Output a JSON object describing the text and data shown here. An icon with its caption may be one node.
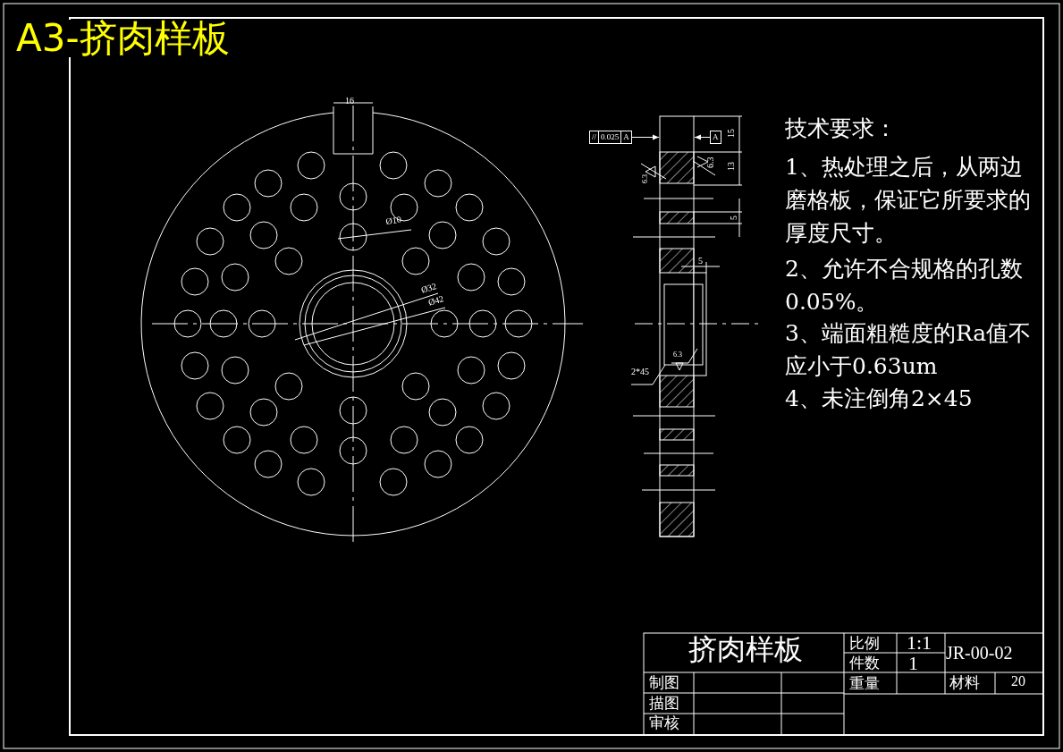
{
  "diagram": {
    "title": "A3-挤肉样板",
    "nodes": [
      {
        "text": [
          "//",
          "0.025",
          "A"
        ]
      },
      {
        "text": [
          "A"
        ]
      }
    ],
    "edges": [
      {
        "from": 0,
        "to": null,
        "arrow": "to"
      },
      {
        "from": 1,
        "to": null,
        "arrow": "to"
      }
    ],
    "labels": [
      "16",
      "Ø10",
      "Ø32",
      "Ø42",
      "15",
      "13",
      "5",
      "5",
      "6.3",
      "6.3",
      "6.3",
      "2*45",
      "技术要求：",
      "1、热处理之后，从两边磨格板，保证它所要求的厚度尺寸。",
      "2、允许不合规格的孔数0.05%。",
      "3、端面粗糙度的Ra值不应小于0.63um",
      "4、未注倒角2×45",
      "挤肉样板",
      "比例",
      "1:1",
      "件数",
      "1",
      "JR-00-02",
      "制图",
      "描图",
      "审核",
      "重量",
      "材料",
      "20"
    ]
  }
}
